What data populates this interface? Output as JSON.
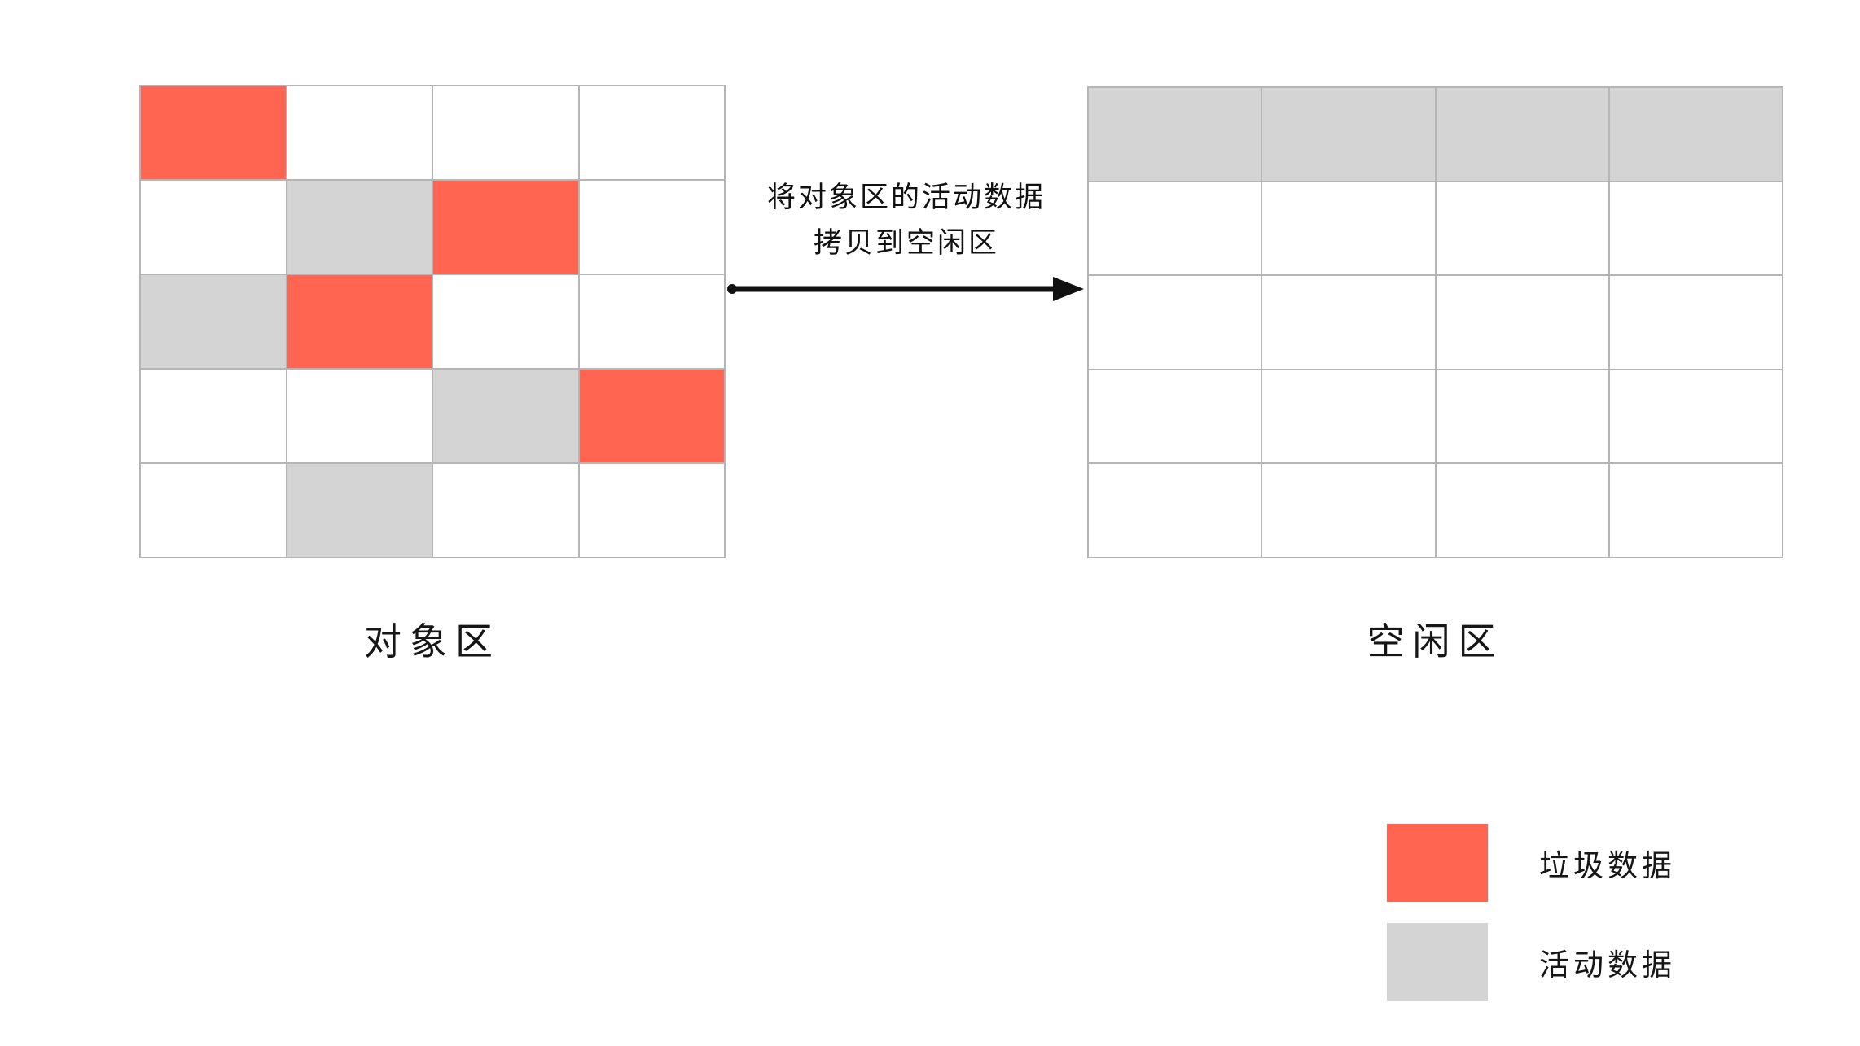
{
  "colors": {
    "garbage": "#FF6550",
    "active": "#D4D4D4",
    "empty": "#FFFFFF",
    "grid_line": "#B5B5B5",
    "arrow": "#111111",
    "background": "#FFFFFF"
  },
  "object_region": {
    "caption": "对象区",
    "rows": 5,
    "columns": 4,
    "cells": [
      [
        "garbage",
        "empty",
        "empty",
        "empty"
      ],
      [
        "empty",
        "active",
        "garbage",
        "empty"
      ],
      [
        "active",
        "garbage",
        "empty",
        "empty"
      ],
      [
        "empty",
        "empty",
        "active",
        "garbage"
      ],
      [
        "empty",
        "active",
        "empty",
        "empty"
      ]
    ]
  },
  "free_region": {
    "caption": "空闲区",
    "rows": 5,
    "columns": 4,
    "cells": [
      [
        "active",
        "active",
        "active",
        "active"
      ],
      [
        "empty",
        "empty",
        "empty",
        "empty"
      ],
      [
        "empty",
        "empty",
        "empty",
        "empty"
      ],
      [
        "empty",
        "empty",
        "empty",
        "empty"
      ],
      [
        "empty",
        "empty",
        "empty",
        "empty"
      ]
    ]
  },
  "transition": {
    "label_line1": "将对象区的活动数据",
    "label_line2": "拷贝到空闲区",
    "arrow_direction": "right"
  },
  "legend": {
    "items": [
      {
        "swatch": "garbage",
        "label": "垃圾数据"
      },
      {
        "swatch": "active",
        "label": "活动数据"
      }
    ]
  }
}
